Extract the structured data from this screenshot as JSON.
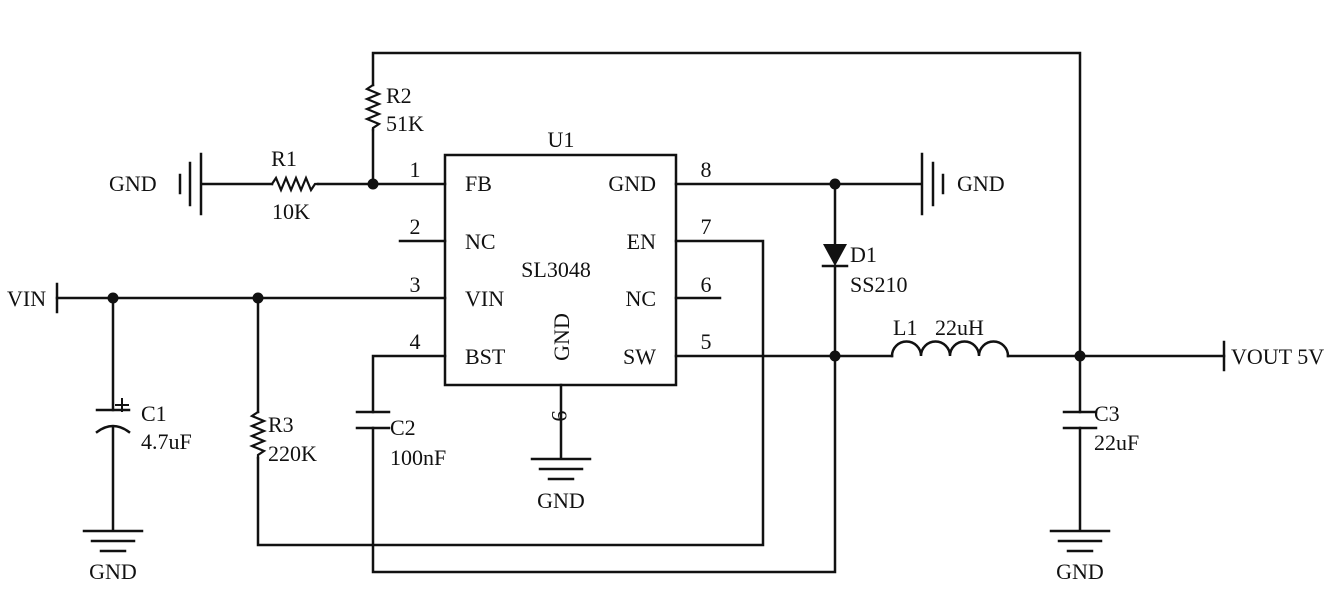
{
  "chip": {
    "ref": "U1",
    "part": "SL3048",
    "pins": [
      {
        "num": "1",
        "name": "FB"
      },
      {
        "num": "2",
        "name": "NC"
      },
      {
        "num": "3",
        "name": "VIN"
      },
      {
        "num": "4",
        "name": "BST"
      },
      {
        "num": "5",
        "name": "SW"
      },
      {
        "num": "6",
        "name": "NC"
      },
      {
        "num": "7",
        "name": "EN"
      },
      {
        "num": "8",
        "name": "GND"
      },
      {
        "num": "9",
        "name": "GND"
      }
    ]
  },
  "components": {
    "r1": {
      "ref": "R1",
      "value": "10K"
    },
    "r2": {
      "ref": "R2",
      "value": "51K"
    },
    "r3": {
      "ref": "R3",
      "value": "220K"
    },
    "c1": {
      "ref": "C1",
      "value": "4.7uF"
    },
    "c2": {
      "ref": "C2",
      "value": "100nF"
    },
    "c3": {
      "ref": "C3",
      "value": "22uF"
    },
    "d1": {
      "ref": "D1",
      "value": "SS210"
    },
    "l1": {
      "ref": "L1",
      "value": "22uH"
    }
  },
  "nets": {
    "vin": "VIN",
    "vout": "VOUT 5V",
    "gnd": "GND"
  }
}
